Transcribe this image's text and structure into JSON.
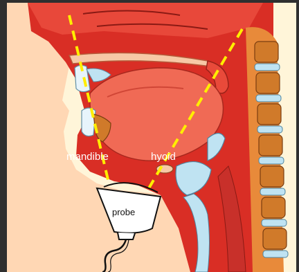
{
  "diagram": {
    "labels": {
      "mandible": "mandible",
      "hyoid": "hyoid",
      "probe": "probe"
    },
    "colors": {
      "background": "#2f2f2f",
      "skin": "#ffd7b4",
      "tissue_red": "#d92e25",
      "tissue_pink": "#f06a55",
      "bone": "#d07a2a",
      "cartilage_blue": "#bfe3f2",
      "dashed_guide": "#ffee00"
    },
    "icons": [
      "ultrasound-probe-icon",
      "probe-cable-icon"
    ]
  }
}
